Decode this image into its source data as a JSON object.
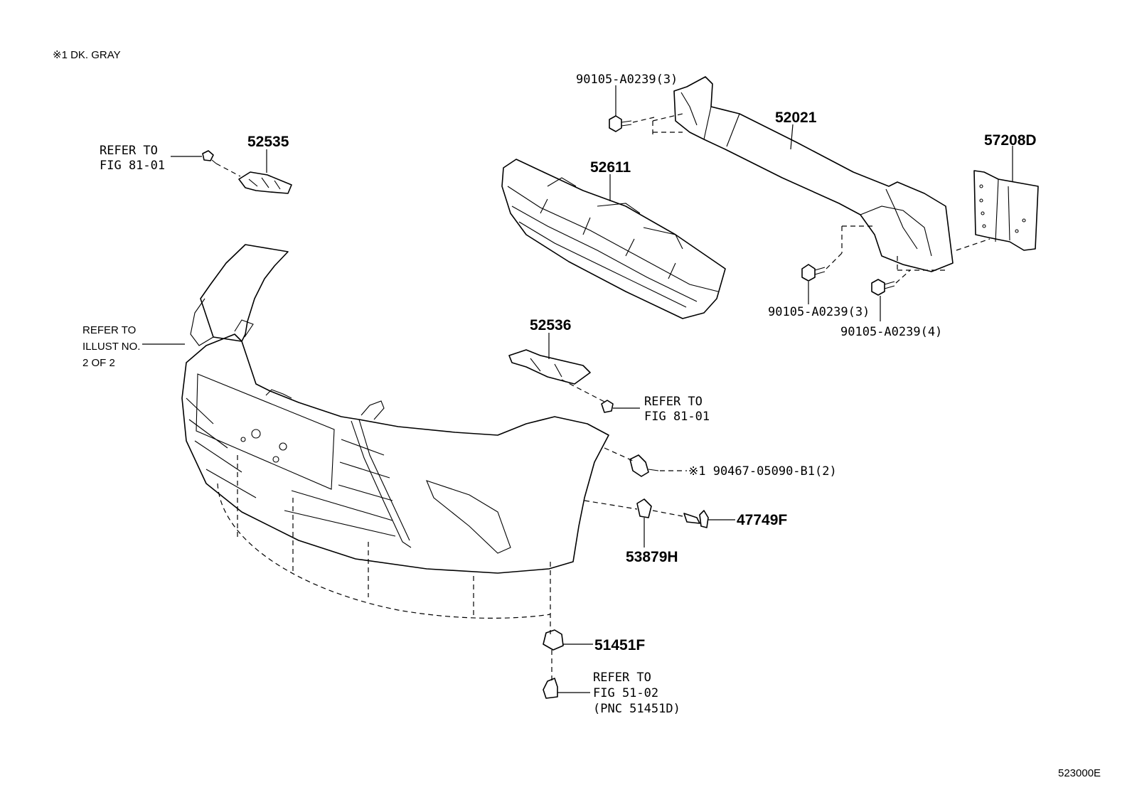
{
  "header_note": "※1 DK. GRAY",
  "footer_code": "523000E",
  "refs": {
    "fig8101_a": [
      "REFER TO",
      "FIG 81-01"
    ],
    "illust": [
      "REFER TO",
      "ILLUST NO.",
      "2 OF 2"
    ],
    "fig8101_b": [
      "REFER TO",
      "FIG 81-01"
    ],
    "fig5102": [
      "REFER TO",
      "FIG 51-02",
      "(PNC 51451D)"
    ]
  },
  "parts": {
    "p52535": "52535",
    "p52611": "52611",
    "p52021": "52021",
    "p57208D": "57208D",
    "p52536": "52536",
    "bolt_top": "90105-A0239(3)",
    "bolt_mid": "90105-A0239(3)",
    "bolt_low": "90105-A0239(4)",
    "clip_90467": "※1 90467-05090-B1(2)",
    "p47749F": "47749F",
    "p53879H": "53879H",
    "p51451F": "51451F"
  }
}
